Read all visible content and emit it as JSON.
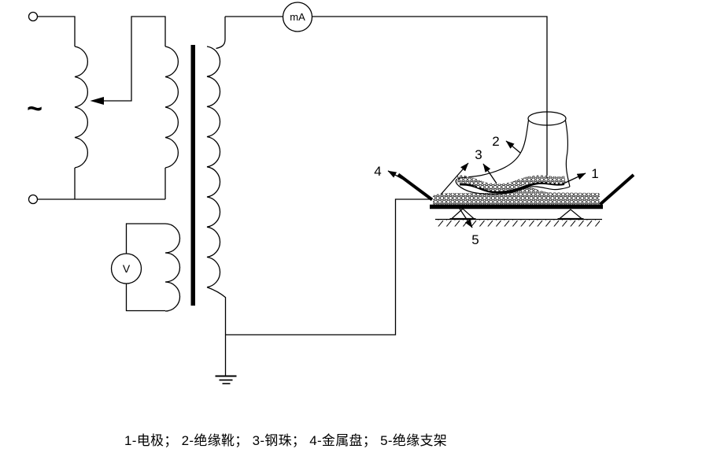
{
  "diagram": {
    "type": "circuit-schematic",
    "subject": "insulating boot dielectric test setup",
    "ac_symbol": "~",
    "meters": {
      "milliammeter": "mA",
      "voltmeter": "V"
    },
    "callouts": [
      {
        "num": "1",
        "name": "电极"
      },
      {
        "num": "2",
        "name": "绝缘靴"
      },
      {
        "num": "3",
        "name": "钢珠"
      },
      {
        "num": "4",
        "name": "金属盘"
      },
      {
        "num": "5",
        "name": "绝缘支架"
      }
    ],
    "caption": "1-电极； 2-绝缘靴； 3-钢珠； 4-金属盘； 5-绝缘支架",
    "colors": {
      "line": "#000000",
      "background": "#ffffff"
    }
  }
}
